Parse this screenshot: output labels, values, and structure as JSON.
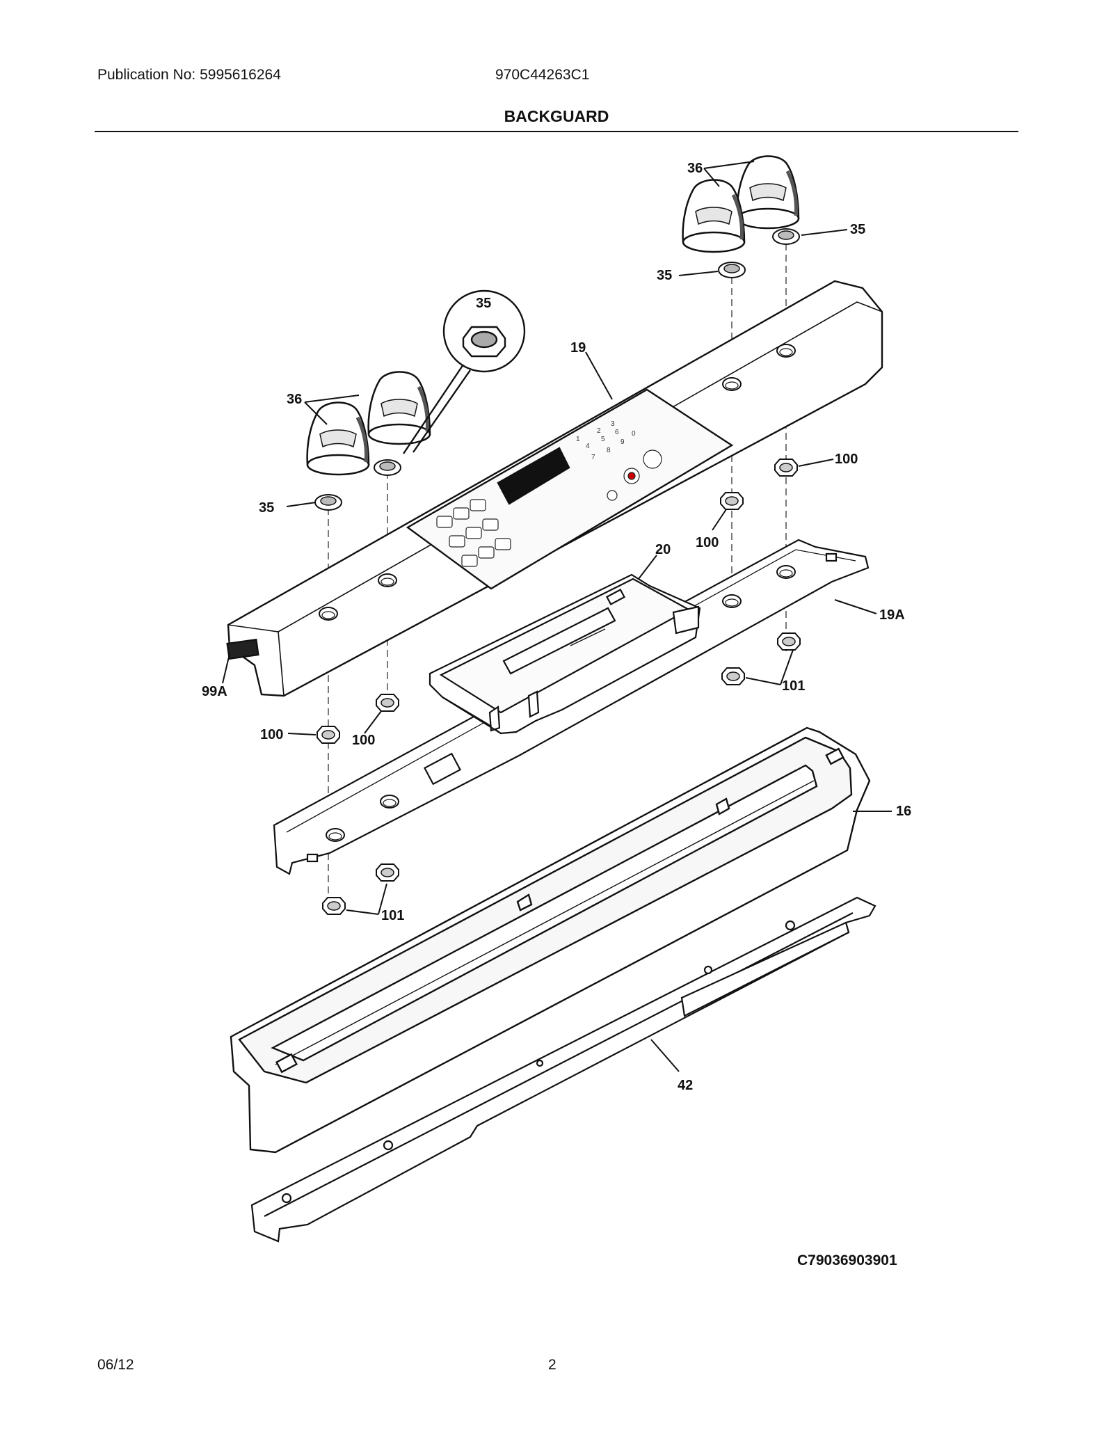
{
  "header": {
    "publication": "Publication No: 5995616264",
    "model": "970C44263C1",
    "title": "BACKGUARD"
  },
  "callouts": {
    "c36_top": "36",
    "c35_top_right": "35",
    "c35_top_left": "35",
    "c35_detail": "35",
    "c19": "19",
    "c36_left": "36",
    "c100_right": "100",
    "c35_left": "35",
    "c100_mid": "100",
    "c20": "20",
    "c19A": "19A",
    "c101_right": "101",
    "c99A": "99A",
    "c100_left": "100",
    "c100_left2": "100",
    "c16": "16",
    "c101_left": "101",
    "c42": "42"
  },
  "footer": {
    "drawing_code": "C79036903901",
    "date": "06/12",
    "page": "2"
  }
}
